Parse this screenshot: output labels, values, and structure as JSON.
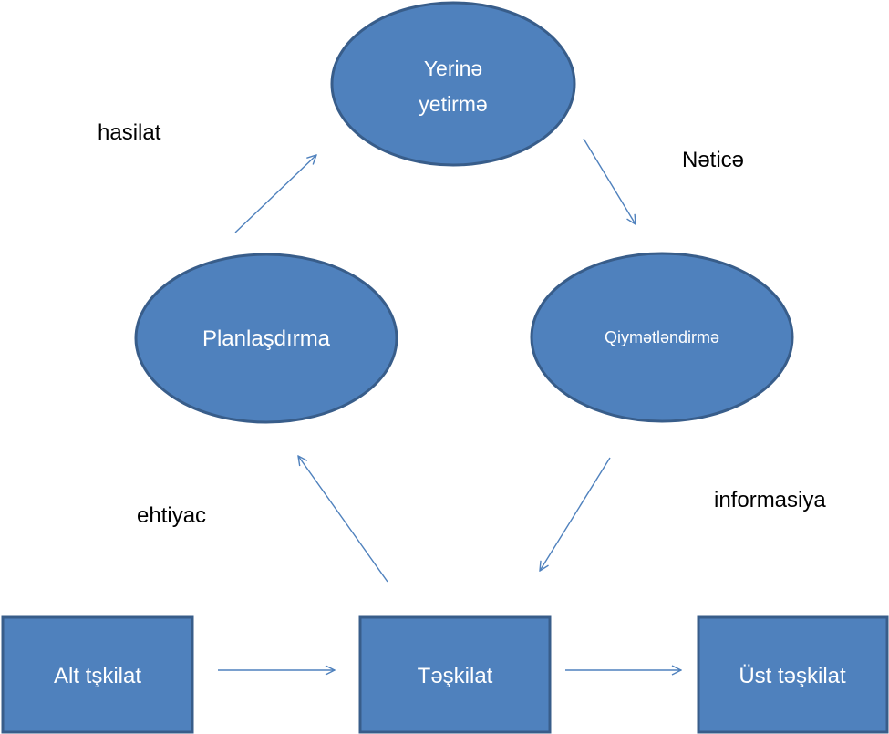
{
  "nodes": {
    "execution": {
      "line1": "Yerinə",
      "line2": "yetirmə"
    },
    "planning": {
      "label": "Planlaşdırma"
    },
    "evaluation": {
      "label": "Qiymətləndirmə"
    },
    "sub_org": {
      "label": "Alt tşkilat"
    },
    "org": {
      "label": "Təşkilat"
    },
    "upper_org": {
      "label": "Üst təşkilat"
    }
  },
  "edge_labels": {
    "output": "hasilat",
    "result": "Nəticə",
    "need": "ehtiyac",
    "information": "informasiya"
  },
  "colors": {
    "node_fill": "#4F81BD",
    "node_border": "#385D8A",
    "arrow": "#4F81BD",
    "label_text": "#000000",
    "node_text": "#FFFFFF"
  }
}
